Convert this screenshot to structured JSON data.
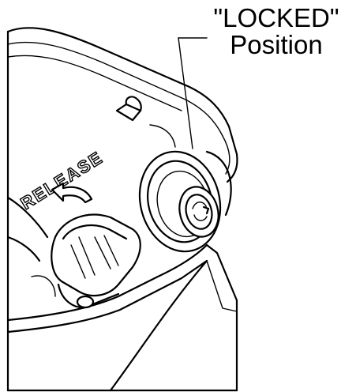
{
  "callout": {
    "line1": "\"LOCKED\"",
    "line2": "Position"
  },
  "embossed_text": {
    "release": "RELEASE"
  }
}
